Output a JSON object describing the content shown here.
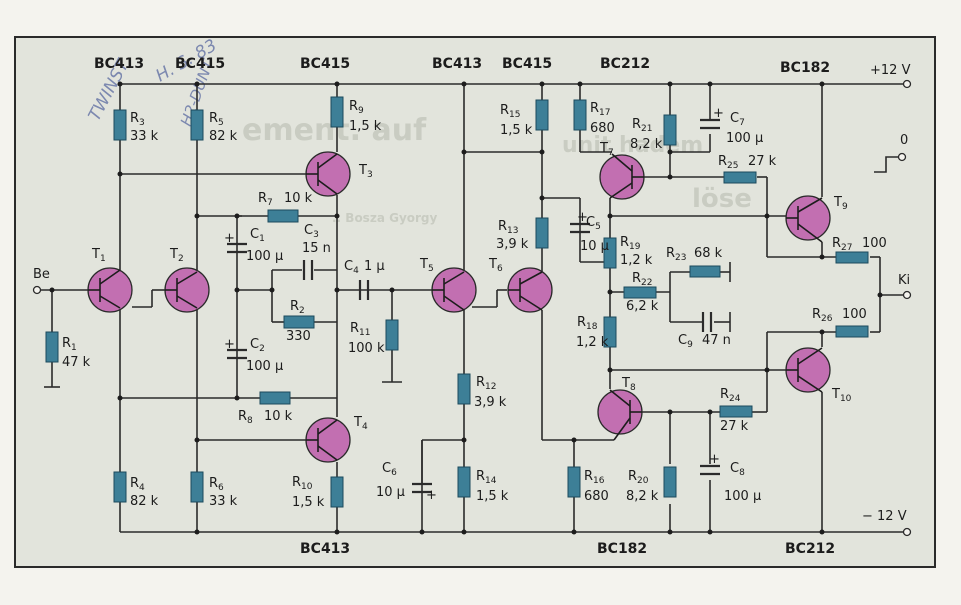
{
  "diagram": {
    "transistor_types": {
      "t1": "BC413",
      "t2": "BC415",
      "t3": "BC415",
      "t4": "BC413",
      "t5": "BC413",
      "t6": "BC415",
      "t7": "BC212",
      "t8": "BC182",
      "t9": "BC182",
      "t10": "BC212"
    },
    "transistors": {
      "t1": "T",
      "t1_sub": "1",
      "t2": "T",
      "t2_sub": "2",
      "t3": "T",
      "t3_sub": "3",
      "t4": "T",
      "t4_sub": "4",
      "t5": "T",
      "t5_sub": "5",
      "t6": "T",
      "t6_sub": "6",
      "t7": "T",
      "t7_sub": "7",
      "t8": "T",
      "t8_sub": "8",
      "t9": "T",
      "t9_sub": "9",
      "t10": "T",
      "t10_sub": "10"
    },
    "resistors": {
      "r1": {
        "n": "R",
        "s": "1",
        "v": "47 k"
      },
      "r2": {
        "n": "R",
        "s": "2",
        "v": "330"
      },
      "r3": {
        "n": "R",
        "s": "3",
        "v": "33 k"
      },
      "r4": {
        "n": "R",
        "s": "4",
        "v": "82 k"
      },
      "r5": {
        "n": "R",
        "s": "5",
        "v": "82 k"
      },
      "r6": {
        "n": "R",
        "s": "6",
        "v": "33 k"
      },
      "r7": {
        "n": "R",
        "s": "7",
        "v": "10 k"
      },
      "r8": {
        "n": "R",
        "s": "8",
        "v": "10 k"
      },
      "r9": {
        "n": "R",
        "s": "9",
        "v": "1,5 k"
      },
      "r10": {
        "n": "R",
        "s": "10",
        "v": "1,5 k"
      },
      "r11": {
        "n": "R",
        "s": "11",
        "v": "100 k"
      },
      "r12": {
        "n": "R",
        "s": "12",
        "v": "3,9 k"
      },
      "r13": {
        "n": "R",
        "s": "13",
        "v": "3,9 k"
      },
      "r14": {
        "n": "R",
        "s": "14",
        "v": "1,5 k"
      },
      "r15": {
        "n": "R",
        "s": "15",
        "v": "1,5 k"
      },
      "r16": {
        "n": "R",
        "s": "16",
        "v": "680"
      },
      "r17": {
        "n": "R",
        "s": "17",
        "v": "680"
      },
      "r18": {
        "n": "R",
        "s": "18",
        "v": "1,2 k"
      },
      "r19": {
        "n": "R",
        "s": "19",
        "v": "1,2 k"
      },
      "r20": {
        "n": "R",
        "s": "20",
        "v": "8,2 k"
      },
      "r21": {
        "n": "R",
        "s": "21",
        "v": "8,2 k"
      },
      "r22": {
        "n": "R",
        "s": "22",
        "v": "6,2 k"
      },
      "r23": {
        "n": "R",
        "s": "23",
        "v": "68 k"
      },
      "r24": {
        "n": "R",
        "s": "24",
        "v": "27 k"
      },
      "r25": {
        "n": "R",
        "s": "25",
        "v": "27 k"
      },
      "r26": {
        "n": "R",
        "s": "26",
        "v": "100"
      },
      "r27": {
        "n": "R",
        "s": "27",
        "v": "100"
      }
    },
    "capacitors": {
      "c1": {
        "n": "C",
        "s": "1",
        "v": "100 µ"
      },
      "c2": {
        "n": "C",
        "s": "2",
        "v": "100 µ"
      },
      "c3": {
        "n": "C",
        "s": "3",
        "v": "15 n"
      },
      "c4": {
        "n": "C",
        "s": "4",
        "v": "1 µ"
      },
      "c5": {
        "n": "C",
        "s": "5",
        "v": "10 µ"
      },
      "c6": {
        "n": "C",
        "s": "6",
        "v": "10 µ"
      },
      "c7": {
        "n": "C",
        "s": "7",
        "v": "100 µ"
      },
      "c8": {
        "n": "C",
        "s": "8",
        "v": "100 µ"
      },
      "c9": {
        "n": "C",
        "s": "9",
        "v": "47 n"
      }
    },
    "terminals": {
      "input": "Be",
      "output": "Ki",
      "vplus": "+12 V",
      "vminus": "− 12 V",
      "zero": "0"
    },
    "handwriting": "H. S. 83 / TWINST"
  }
}
